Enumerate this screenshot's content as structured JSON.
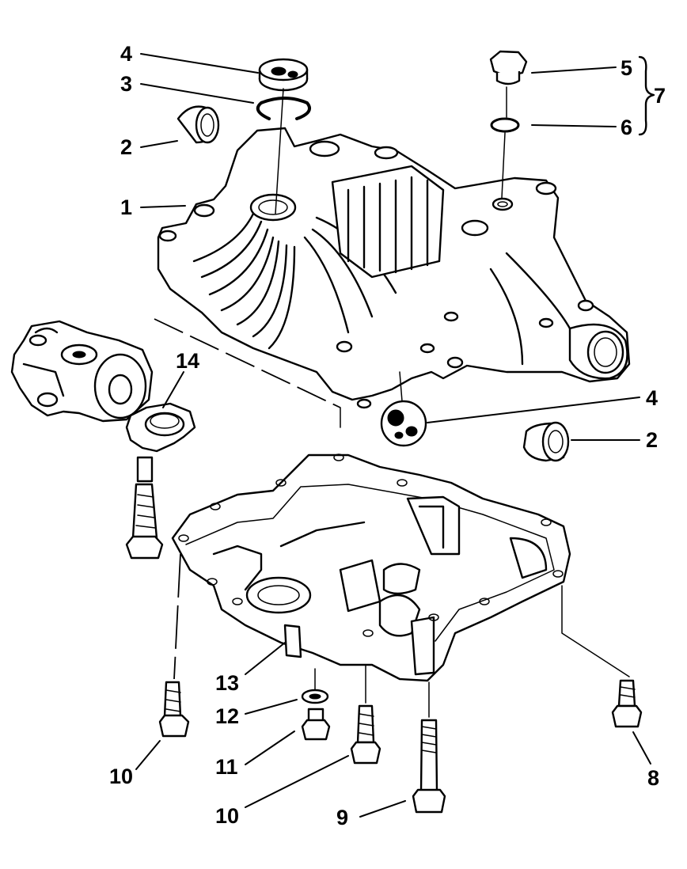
{
  "diagram": {
    "callouts": [
      {
        "id": "c4a",
        "text": "4"
      },
      {
        "id": "c3",
        "text": "3"
      },
      {
        "id": "c2a",
        "text": "2"
      },
      {
        "id": "c1",
        "text": "1"
      },
      {
        "id": "c5",
        "text": "5"
      },
      {
        "id": "c7",
        "text": "7"
      },
      {
        "id": "c6",
        "text": "6"
      },
      {
        "id": "c14",
        "text": "14"
      },
      {
        "id": "c4b",
        "text": "4"
      },
      {
        "id": "c2b",
        "text": "2"
      },
      {
        "id": "c13",
        "text": "13"
      },
      {
        "id": "c12",
        "text": "12"
      },
      {
        "id": "c11",
        "text": "11"
      },
      {
        "id": "c10a",
        "text": "10"
      },
      {
        "id": "c10b",
        "text": "10"
      },
      {
        "id": "c9",
        "text": "9"
      },
      {
        "id": "c8",
        "text": "8"
      }
    ]
  }
}
